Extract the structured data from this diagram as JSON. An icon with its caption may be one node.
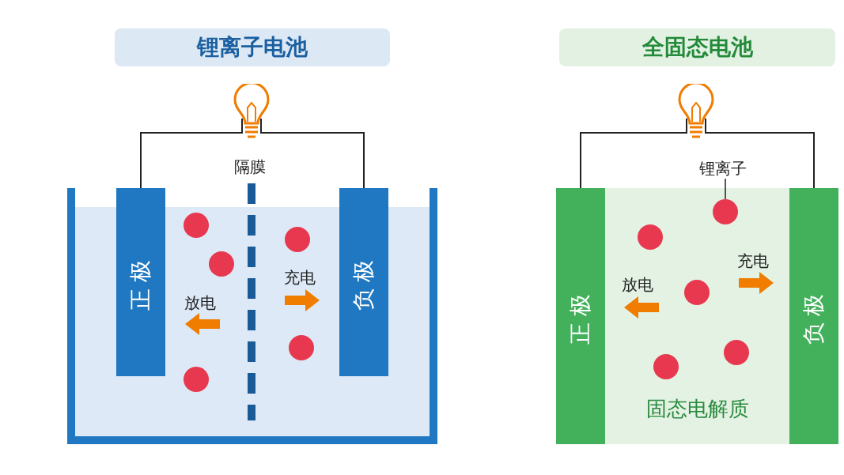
{
  "diagram": {
    "nodes": [
      {
        "text": [
          "锂离子电池"
        ]
      },
      {
        "text": [],
        "shape": "picture"
      },
      {
        "text": [
          "正极"
        ]
      },
      {
        "text": [
          "负极"
        ]
      },
      {
        "text": [
          "全固态电池"
        ]
      },
      {
        "text": [],
        "shape": "picture"
      },
      {
        "text": [
          "固态电解质"
        ]
      },
      {
        "text": [
          "正极"
        ]
      },
      {
        "text": [
          "负极"
        ]
      },
      {
        "text": [
          "锂离子"
        ]
      },
      {
        "text": [],
        "shape": "circle",
        "in": 6
      }
    ],
    "edges": [
      {
        "from": 2,
        "to": 1,
        "arrow": "none"
      },
      {
        "from": 1,
        "to": 3,
        "arrow": "none"
      },
      {
        "from": 7,
        "to": 5,
        "arrow": "none"
      },
      {
        "from": 5,
        "to": 8,
        "arrow": "none"
      },
      {
        "from": 9,
        "to": 10,
        "arrow": "none"
      }
    ],
    "labels": [
      "隔膜",
      "充电",
      "放电",
      "充电",
      "放电"
    ]
  }
}
